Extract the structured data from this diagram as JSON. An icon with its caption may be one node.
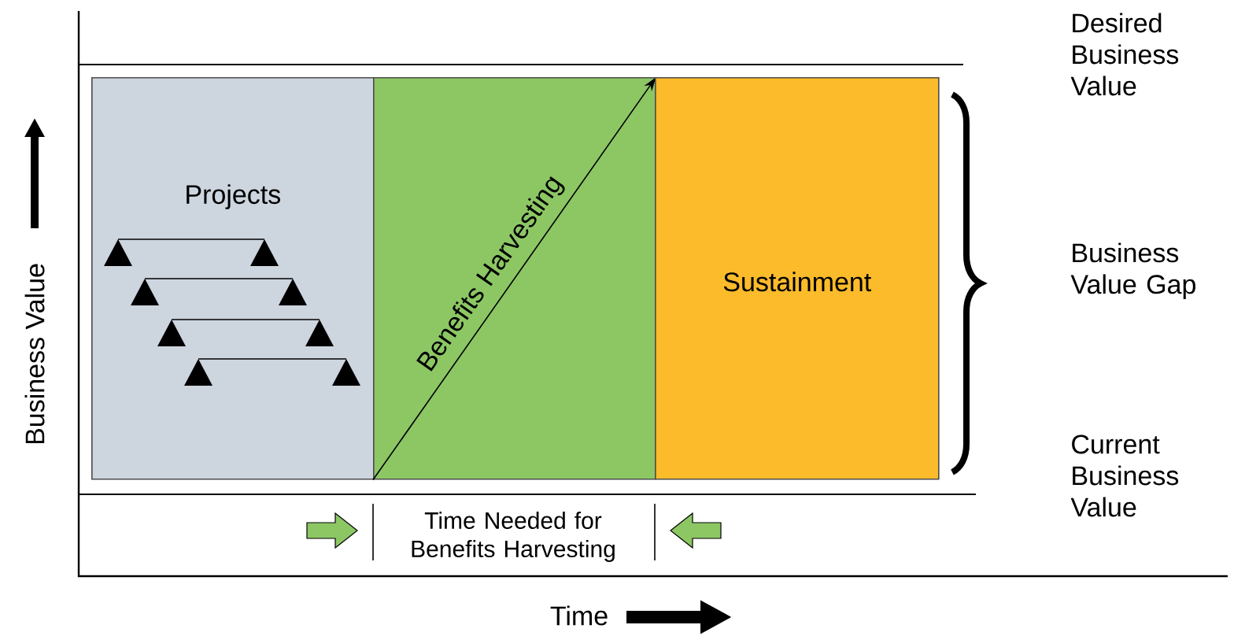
{
  "diagram": {
    "nodes": [
      {
        "text": [
          "Projects"
        ]
      },
      {
        "text": [
          "Benefits Harvesting"
        ]
      },
      {
        "text": [
          "Sustainment"
        ]
      }
    ],
    "labels": [
      "Desired Business Value",
      "Business Value Gap",
      "Current Business Value",
      "Business Value",
      "Time Needed for Benefits Harvesting",
      "Time"
    ]
  }
}
